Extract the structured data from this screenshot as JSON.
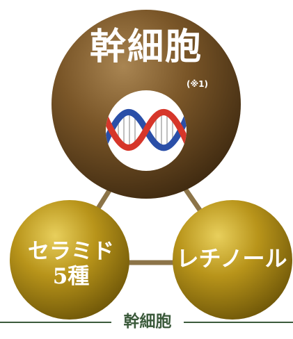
{
  "diagram": {
    "top_node": {
      "title": "幹細胞",
      "note": "(※1)"
    },
    "left_node": {
      "line1": "セラミド",
      "line2": "5種"
    },
    "right_node": {
      "label": "レチノール"
    },
    "footer_label": "幹細胞"
  },
  "colors": {
    "top_sphere": "#6b4a22",
    "side_spheres": "#b8941a",
    "connector": "#8c7448",
    "footer": "#3b5a3b",
    "dna_red": "#d6362a",
    "dna_blue": "#2a4fa8"
  },
  "icons": [
    "dna-icon"
  ]
}
